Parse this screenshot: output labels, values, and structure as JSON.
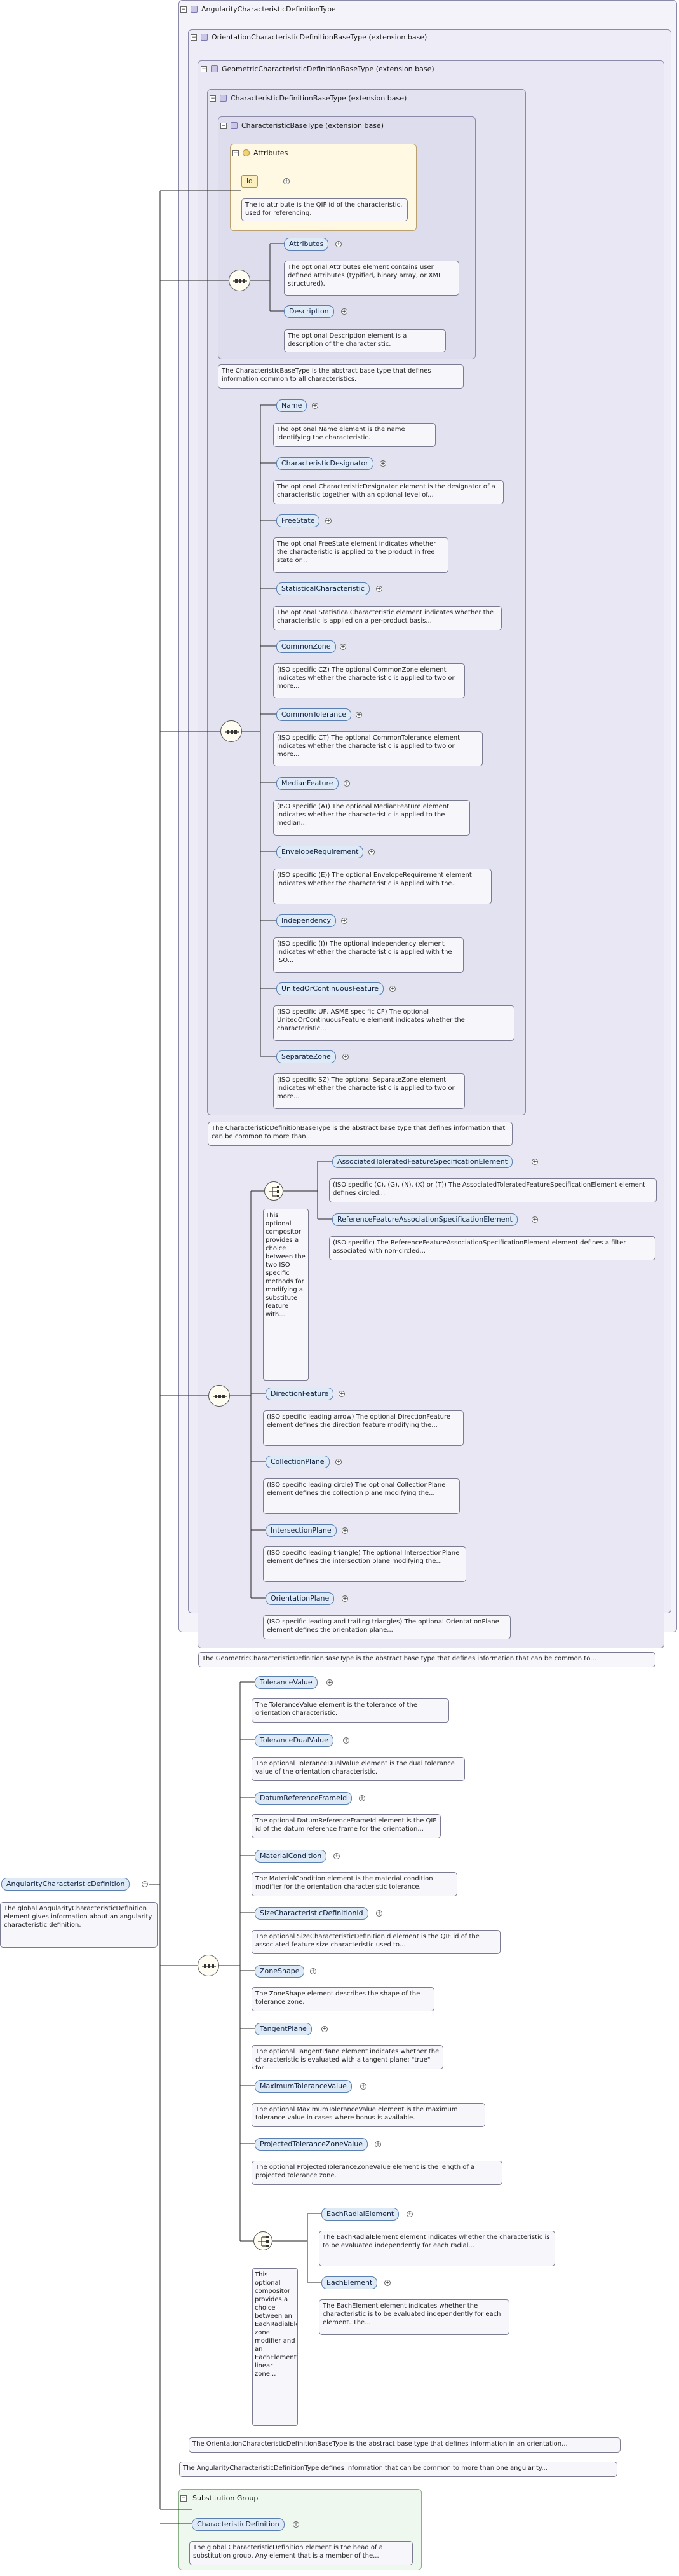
{
  "root": {
    "type_header": "AngularityCharacteristicDefinitionType",
    "element_name": "AngularityCharacteristicDefinition",
    "element_doc": "The global AngularityCharacteristicDefinition element gives information about an angularity characteristic definition."
  },
  "orientation_base": {
    "header": "OrientationCharacteristicDefinitionBaseType (extension base)"
  },
  "geometric_base": {
    "header": "GeometricCharacteristicDefinitionBaseType (extension base)"
  },
  "definition_base": {
    "header": "CharacteristicDefinitionBaseType (extension base)"
  },
  "characteristic_base": {
    "header": "CharacteristicBaseType (extension base)"
  },
  "attributes": {
    "header": "Attributes",
    "id_label": "id",
    "id_doc": "The id attribute is the QIF id of the characteristic, used for referencing."
  },
  "char_base_elements": [
    {
      "name": "Attributes",
      "doc": "The optional Attributes element contains user defined attributes (typified, binary array, or XML structured)."
    },
    {
      "name": "Description",
      "doc": "The optional Description element is a description of the characteristic."
    }
  ],
  "char_base_doc": "The CharacteristicBaseType is the abstract base type that defines information common to all characteristics.",
  "def_elements": [
    {
      "name": "Name",
      "doc": "The optional Name element is the name identifying the characteristic."
    },
    {
      "name": "CharacteristicDesignator",
      "doc": "The optional CharacteristicDesignator element is the designator of a characteristic together with an optional level of..."
    },
    {
      "name": "FreeState",
      "doc": "The optional FreeState element indicates whether the characteristic is applied to the product in free state or..."
    },
    {
      "name": "StatisticalCharacteristic",
      "doc": "The optional StatisticalCharacteristic element indicates whether the characteristic is applied on a per-product basis..."
    },
    {
      "name": "CommonZone",
      "doc": "(ISO specific CZ) The optional CommonZone element indicates whether the characteristic is applied to two or more..."
    },
    {
      "name": "CommonTolerance",
      "doc": "(ISO specific CT) The optional CommonTolerance element indicates whether the characteristic is applied to two or more..."
    },
    {
      "name": "MedianFeature",
      "doc": "(ISO specific (A)) The optional MedianFeature element indicates whether the characteristic is applied to the median..."
    },
    {
      "name": "EnvelopeRequirement",
      "doc": "(ISO specific (E)) The optional EnvelopeRequirement element indicates whether the characteristic is applied with the..."
    },
    {
      "name": "Independency",
      "doc": "(ISO specific (I)) The optional Independency element indicates whether the characteristic is applied with the ISO..."
    },
    {
      "name": "UnitedOrContinuousFeature",
      "doc": "(ISO specific UF, ASME specific CF) The optional UnitedOrContinuousFeature element indicates whether the characteristic..."
    },
    {
      "name": "SeparateZone",
      "doc": "(ISO specific SZ) The optional SeparateZone element indicates whether the characteristic is applied to two or more..."
    }
  ],
  "def_base_doc": "The CharacteristicDefinitionBaseType is the abstract base type that defines information that can be common to more than...",
  "geo_choice": {
    "doc": "This optional compositor provides a choice between the two ISO specific methods for modifying a substitute feature with...",
    "items": [
      {
        "name": "AssociatedToleratedFeatureSpecificationElement",
        "doc": "(ISO specific (C), (G), (N), (X) or (T)) The AssociatedToleratedFeatureSpecificationElement element defines circled..."
      },
      {
        "name": "ReferenceFeatureAssociationSpecificationElement",
        "doc": "(ISO specific) The ReferenceFeatureAssociationSpecificationElement element defines a filter associated with non-circled..."
      }
    ]
  },
  "geo_elements": [
    {
      "name": "DirectionFeature",
      "doc": "(ISO specific leading arrow) The optional DirectionFeature element defines the direction feature modifying the..."
    },
    {
      "name": "CollectionPlane",
      "doc": "(ISO specific leading circle) The optional CollectionPlane element defines the collection plane modifying the..."
    },
    {
      "name": "IntersectionPlane",
      "doc": "(ISO specific leading triangle) The optional IntersectionPlane element defines the intersection plane modifying the..."
    },
    {
      "name": "OrientationPlane",
      "doc": "(ISO specific leading and trailing triangles) The optional OrientationPlane element defines the orientation plane..."
    }
  ],
  "geo_base_doc": "The GeometricCharacteristicDefinitionBaseType is the abstract base type that defines information that can be common to...",
  "orient_elements": [
    {
      "name": "ToleranceValue",
      "doc": "The ToleranceValue element is the tolerance of the orientation characteristic."
    },
    {
      "name": "ToleranceDualValue",
      "doc": "The optional ToleranceDualValue element is the dual tolerance value of the orientation characteristic."
    },
    {
      "name": "DatumReferenceFrameId",
      "doc": "The optional DatumReferenceFrameId element is the QIF id of the datum reference frame for the orientation..."
    },
    {
      "name": "MaterialCondition",
      "doc": "The MaterialCondition element is the material condition modifier for the orientation characteristic tolerance."
    },
    {
      "name": "SizeCharacteristicDefinitionId",
      "doc": "The optional SizeCharacteristicDefinitionId element is the QIF id of the associated feature size characteristic used to..."
    },
    {
      "name": "ZoneShape",
      "doc": "The ZoneShape element describes the shape of the tolerance zone."
    },
    {
      "name": "TangentPlane",
      "doc": "The optional TangentPlane element indicates whether the characteristic is evaluated with a tangent plane: \"true\" for..."
    },
    {
      "name": "MaximumToleranceValue",
      "doc": "The optional MaximumToleranceValue element is the maximum tolerance value in cases where bonus is available."
    },
    {
      "name": "ProjectedToleranceZoneValue",
      "doc": "The optional ProjectedToleranceZoneValue element is the length of a projected tolerance zone."
    }
  ],
  "orient_choice": {
    "doc": "This optional compositor provides a choice between an EachRadialElement zone modifier and an EachElement linear zone...",
    "items": [
      {
        "name": "EachRadialElement",
        "doc": "The EachRadialElement element indicates whether the characteristic is to be evaluated independently for each radial..."
      },
      {
        "name": "EachElement",
        "doc": "The EachElement element indicates whether the characteristic is to be evaluated independently for each element. The..."
      }
    ]
  },
  "orient_base_doc": "The OrientationCharacteristicDefinitionBaseType is the abstract base type that defines information in an orientation...",
  "root_type_doc": "The AngularityCharacteristicDefinitionType defines information that can be common to more than one angularity...",
  "substitution": {
    "header": "Substitution Group",
    "element": "CharacteristicDefinition",
    "doc": "The global CharacteristicDefinition element is the head of a substitution group. Any element that is a member of the..."
  }
}
